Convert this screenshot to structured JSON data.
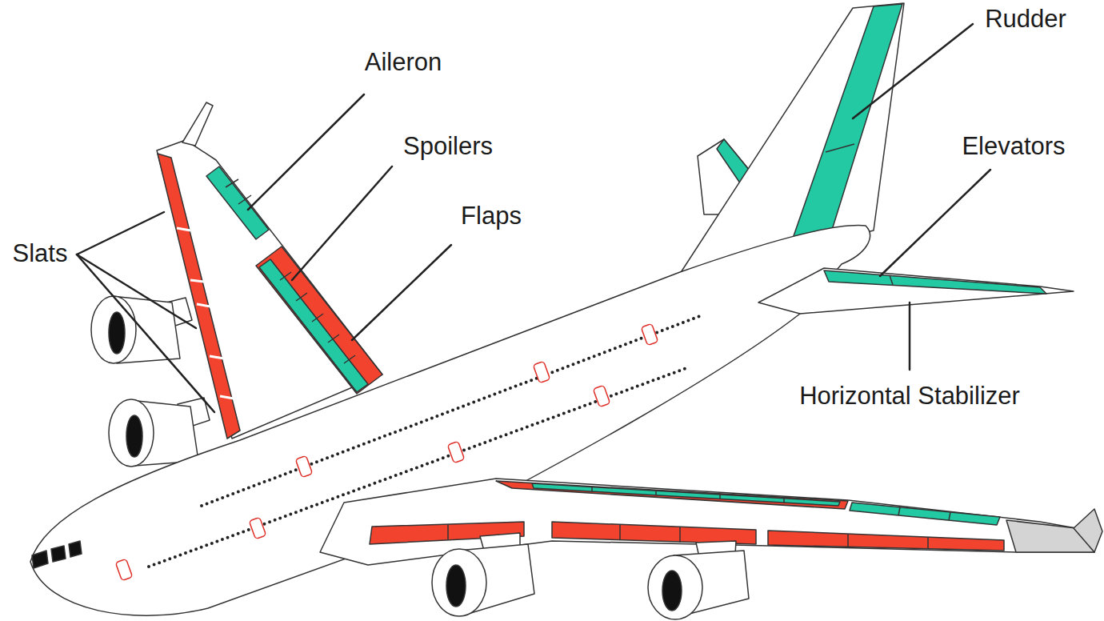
{
  "diagram": {
    "labels": [
      "Rudder",
      "Aileron",
      "Spoilers",
      "Elevators",
      "Flaps",
      "Slats",
      "Horizontal Stabilizer"
    ]
  }
}
